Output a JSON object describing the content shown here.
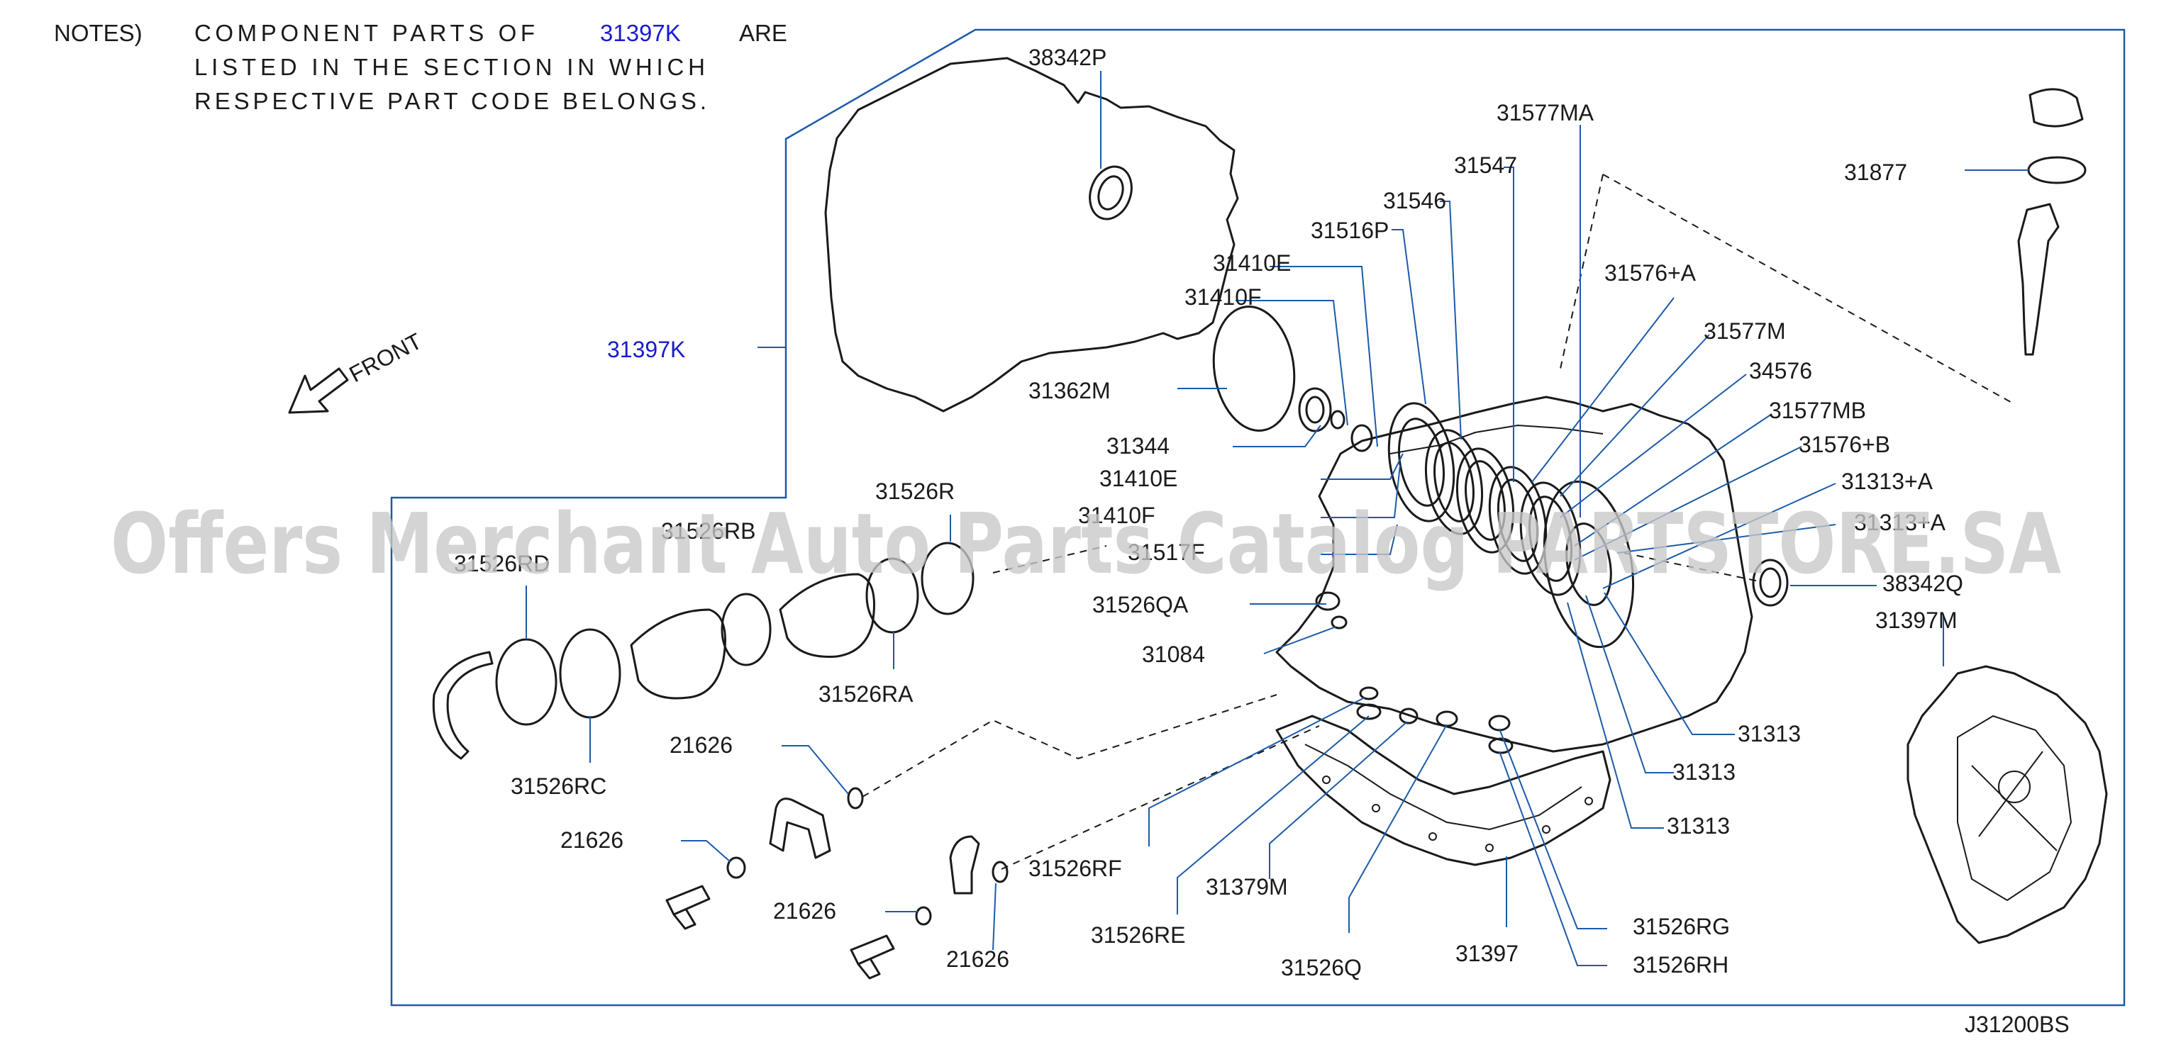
{
  "notes": {
    "prefix": "NOTES)",
    "line1_a": "COMPONENT PARTS OF",
    "line1_link": "31397K",
    "line1_b": "ARE",
    "line2": "LISTED IN THE SECTION IN WHICH",
    "line3": "RESPECTIVE PART CODE BELONGS."
  },
  "front_indicator": "FRONT",
  "watermark": "Offers Merchant Auto Parts Catalog PARTSTORE.SA",
  "diagram_code": "J31200BS",
  "colors": {
    "leader": "#1c5aa8",
    "link": "#1a1ad0",
    "ink": "#1a1a1a"
  },
  "labels": {
    "p38342P": "38342P",
    "p31577MA": "31577MA",
    "p31547": "31547",
    "p31546": "31546",
    "p31516P": "31516P",
    "p31410E_top": "31410E",
    "p31410F_top": "31410F",
    "p31397K": "31397K",
    "p31362M": "31362M",
    "p31344": "31344",
    "p31410E_mid": "31410E",
    "p31410F_mid": "31410F",
    "p31517F": "31517F",
    "p31526QA": "31526QA",
    "p31084": "31084",
    "p31576A": "31576+A",
    "p31577M": "31577M",
    "p34576": "34576",
    "p31577MB": "31577MB",
    "p31576B": "31576+B",
    "p31313A_1": "31313+A",
    "p31313A_2": "31313+A",
    "p38342Q": "38342Q",
    "p31397M": "31397M",
    "p31877": "31877",
    "p31526R": "31526R",
    "p31526RB": "31526RB",
    "p31526RD": "31526RD",
    "p31526RA": "31526RA",
    "p31526RC": "31526RC",
    "p21626_1": "21626",
    "p21626_2": "21626",
    "p21626_3": "21626",
    "p21626_4": "21626",
    "p31526RF": "31526RF",
    "p31526RE": "31526RE",
    "p31379M": "31379M",
    "p31526Q": "31526Q",
    "p31397": "31397",
    "p31313_1": "31313",
    "p31313_2": "31313",
    "p31313_3": "31313",
    "p31526RG": "31526RG",
    "p31526RH": "31526RH"
  }
}
